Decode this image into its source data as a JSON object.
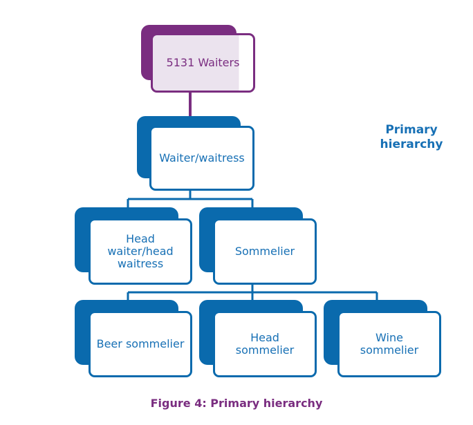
{
  "title_side": "Primary hierarchy",
  "caption": "Figure 4: Primary hierarchy",
  "colors": {
    "root": "#7a2d80",
    "node": "#0a6aad",
    "text_blue": "#1770b5",
    "caption": "#7a2d80"
  },
  "nodes": {
    "root": "5131 Waiters",
    "waiter": "Waiter/waitress",
    "head_waiter": "Head waiter/head waitress",
    "sommelier": "Sommelier",
    "beer_sommelier": "Beer sommelier",
    "head_sommelier": "Head sommelier",
    "wine_sommelier": "Wine sommelier"
  }
}
